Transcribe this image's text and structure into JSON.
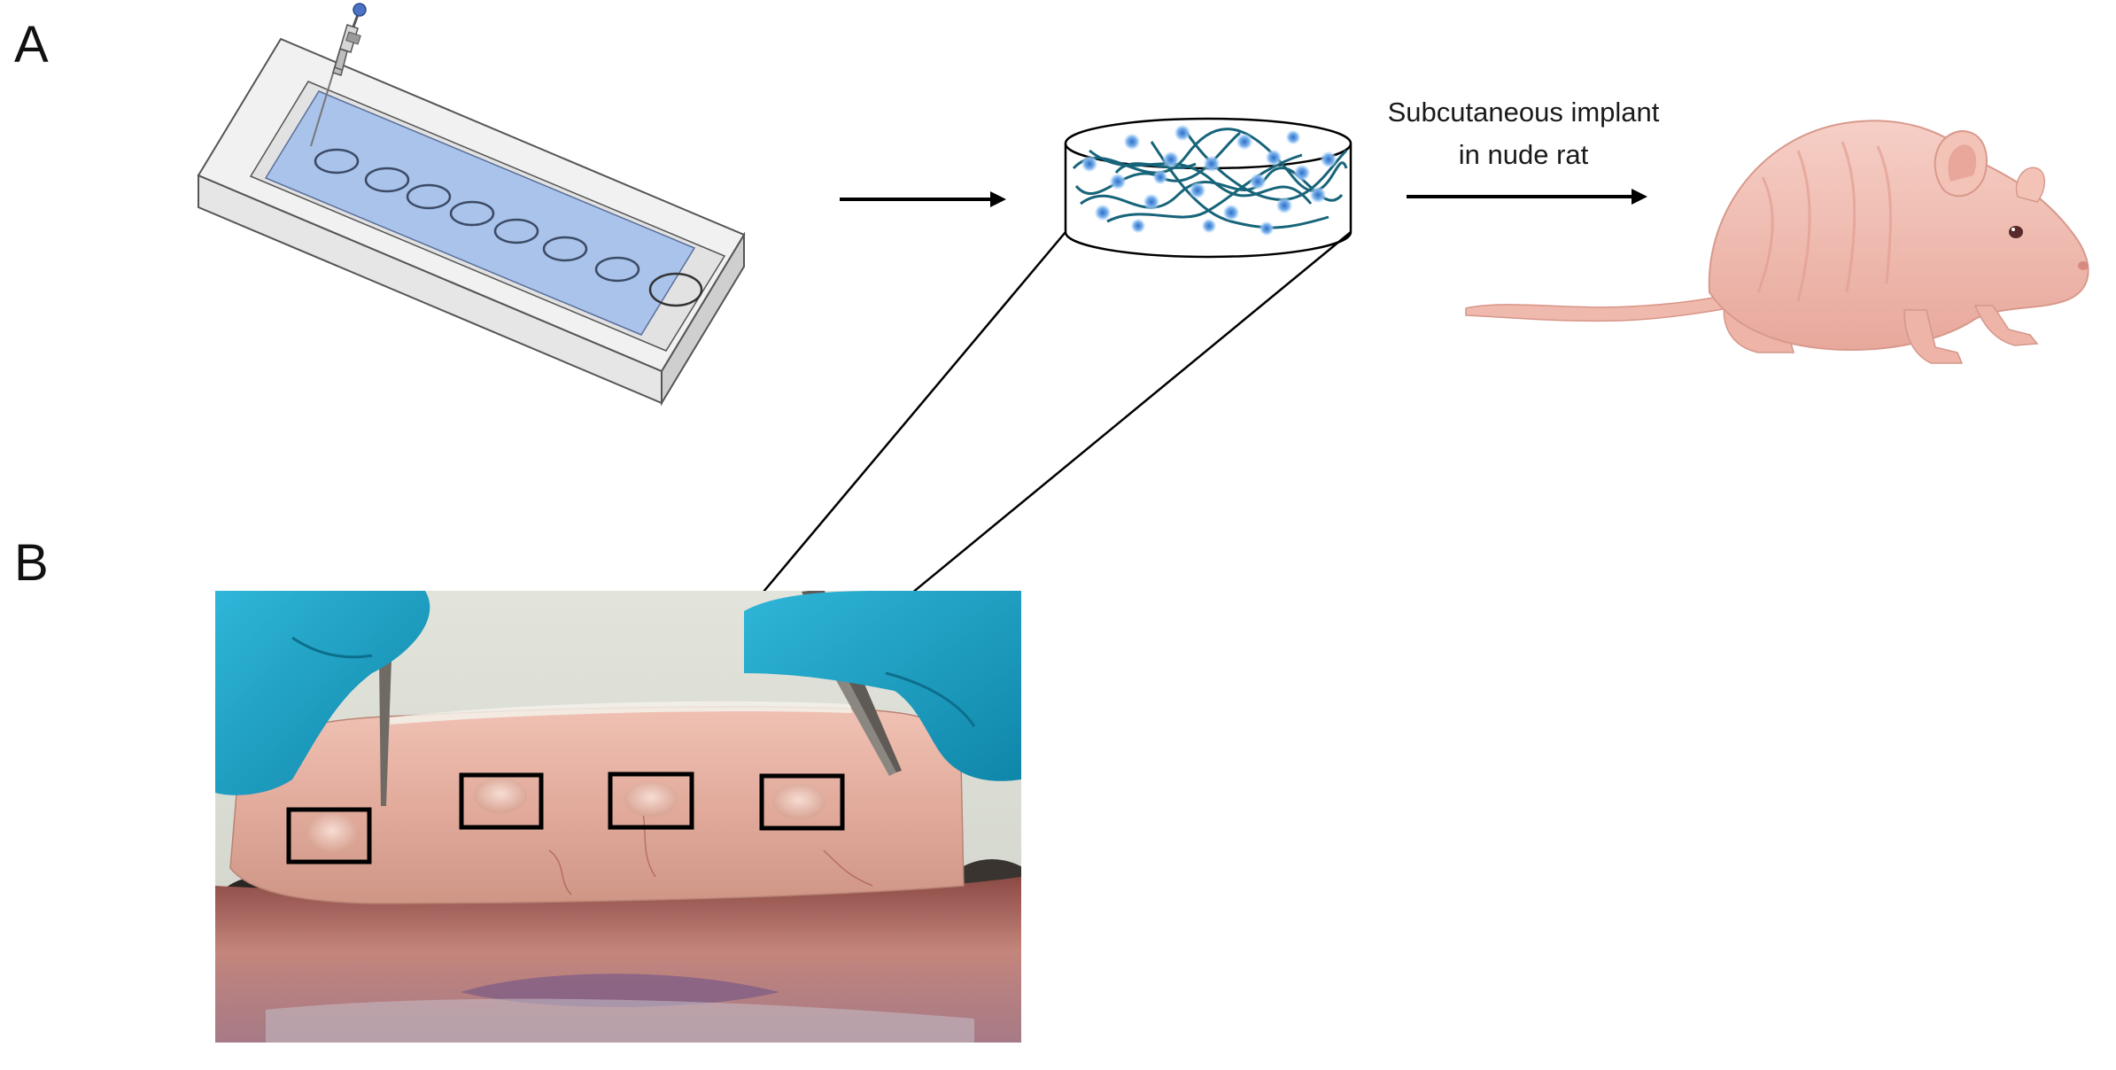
{
  "panels": {
    "a_label": "A",
    "b_label": "B"
  },
  "implant_caption": {
    "line1": "Subcutaneous implant",
    "line2": "in nude rat"
  },
  "colors": {
    "gel_blue": "#a9c3ea",
    "mold_gray": "#e9e9e9",
    "rat_pink": "#f2bdb3",
    "glove_blue": "#1ea5c9",
    "tissue_pink": "#d9a596",
    "box_black": "#000000",
    "fiber_teal": "#17647a",
    "cell_blue": "#3d8ed8"
  },
  "icons": [
    "pipette-icon",
    "mold-icon",
    "scaffold-disc-icon",
    "nude-rat-icon",
    "arrow-right-icon"
  ]
}
